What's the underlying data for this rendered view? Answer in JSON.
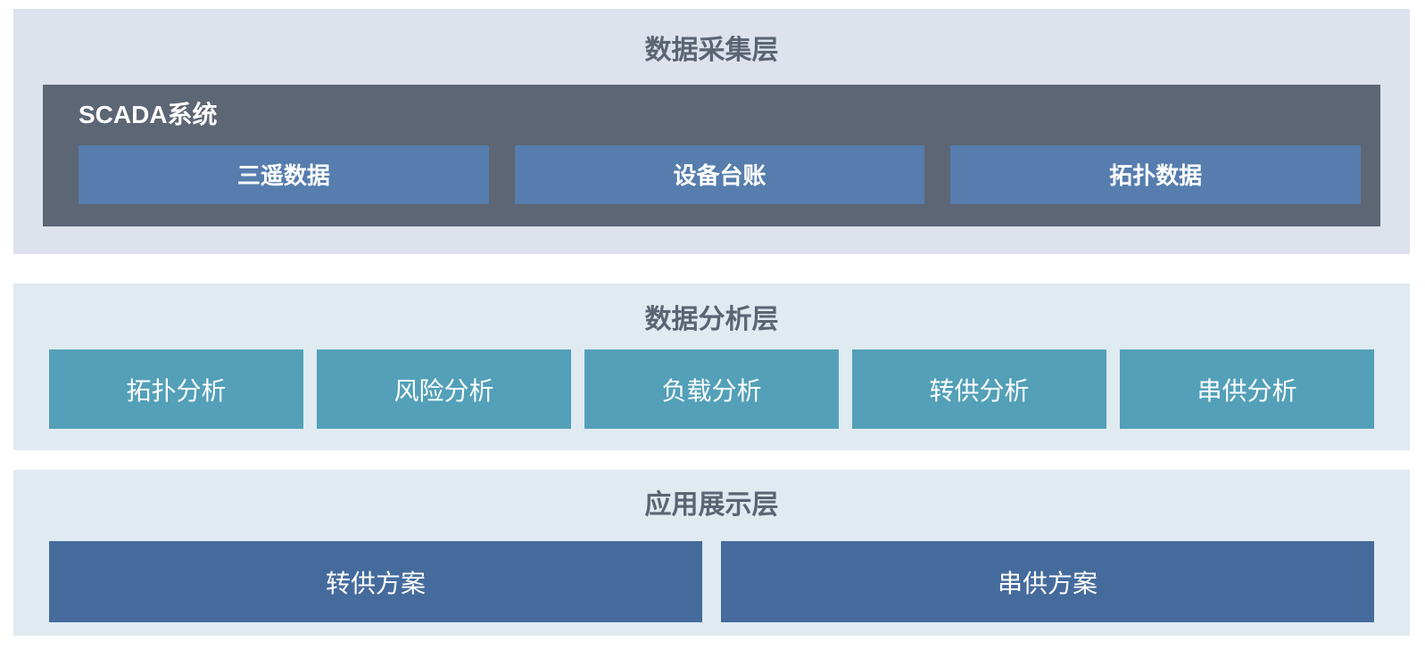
{
  "colors": {
    "page_bg": "#ffffff",
    "layer1_bg": "#dde2ec",
    "scada_bg": "#5d6674",
    "data_box_bg": "#567dad",
    "layer2_bg": "#dfeaf1",
    "analysis_box_bg": "#53a0b8",
    "layer3_bg": "#dfeaf1",
    "app_box_bg": "#456b9d",
    "title_color": "#5b6472",
    "box_text_color": "#ffffff"
  },
  "layers": {
    "collection": {
      "title": "数据采集层",
      "scada": {
        "label": "SCADA系统",
        "items": [
          {
            "label": "三遥数据"
          },
          {
            "label": "设备台账"
          },
          {
            "label": "拓扑数据"
          }
        ]
      }
    },
    "analysis": {
      "title": "数据分析层",
      "items": [
        {
          "label": "拓扑分析"
        },
        {
          "label": "风险分析"
        },
        {
          "label": "负载分析"
        },
        {
          "label": "转供分析"
        },
        {
          "label": "串供分析"
        }
      ]
    },
    "application": {
      "title": "应用展示层",
      "items": [
        {
          "label": "转供方案"
        },
        {
          "label": "串供方案"
        }
      ]
    }
  }
}
